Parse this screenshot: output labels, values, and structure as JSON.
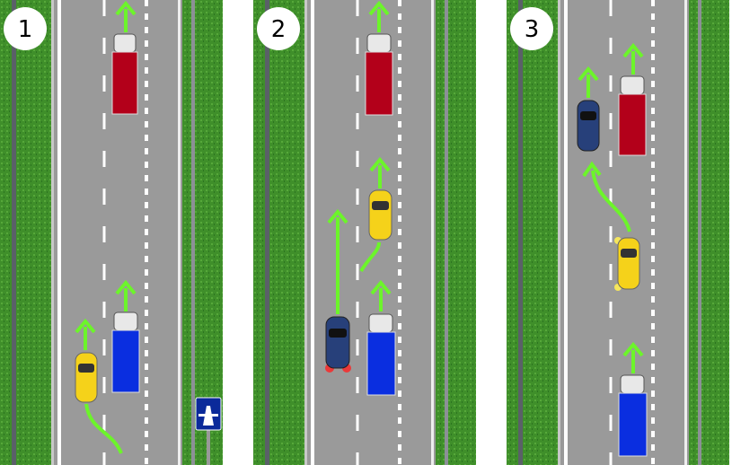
{
  "panels": [
    {
      "number": "1",
      "scene": "car-preparing-to-overtake"
    },
    {
      "number": "2",
      "scene": "overtaking-car-braking"
    },
    {
      "number": "3",
      "scene": "car-merging-with-indicators"
    }
  ],
  "sign": {
    "icon": "motorway-sign-icon"
  },
  "colors": {
    "grass": "#3f8f2a",
    "road": "#9a9a9a",
    "arrow": "#6cf52a",
    "red_truck": "#b3001a",
    "blue_truck": "#0a2ee0",
    "yellow_car": "#f5d21a",
    "dark_blue_car": "#27407a"
  }
}
